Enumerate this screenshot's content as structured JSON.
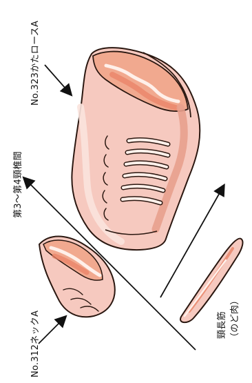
{
  "labels": {
    "shoulder_loin": "No.323かたロースA",
    "vertebra_span": "第3〜第4頸椎間",
    "neck": "No.312ネックA",
    "neck_tendon_line1": "頸長筋",
    "neck_tendon_line2": "（のど肉）"
  },
  "colors": {
    "outline": "#2a1710",
    "meat_light": "#f6c9bf",
    "meat_mid": "#f1a98f",
    "meat_red": "#e98367",
    "fat": "#fff0ea",
    "ink": "#111111"
  }
}
